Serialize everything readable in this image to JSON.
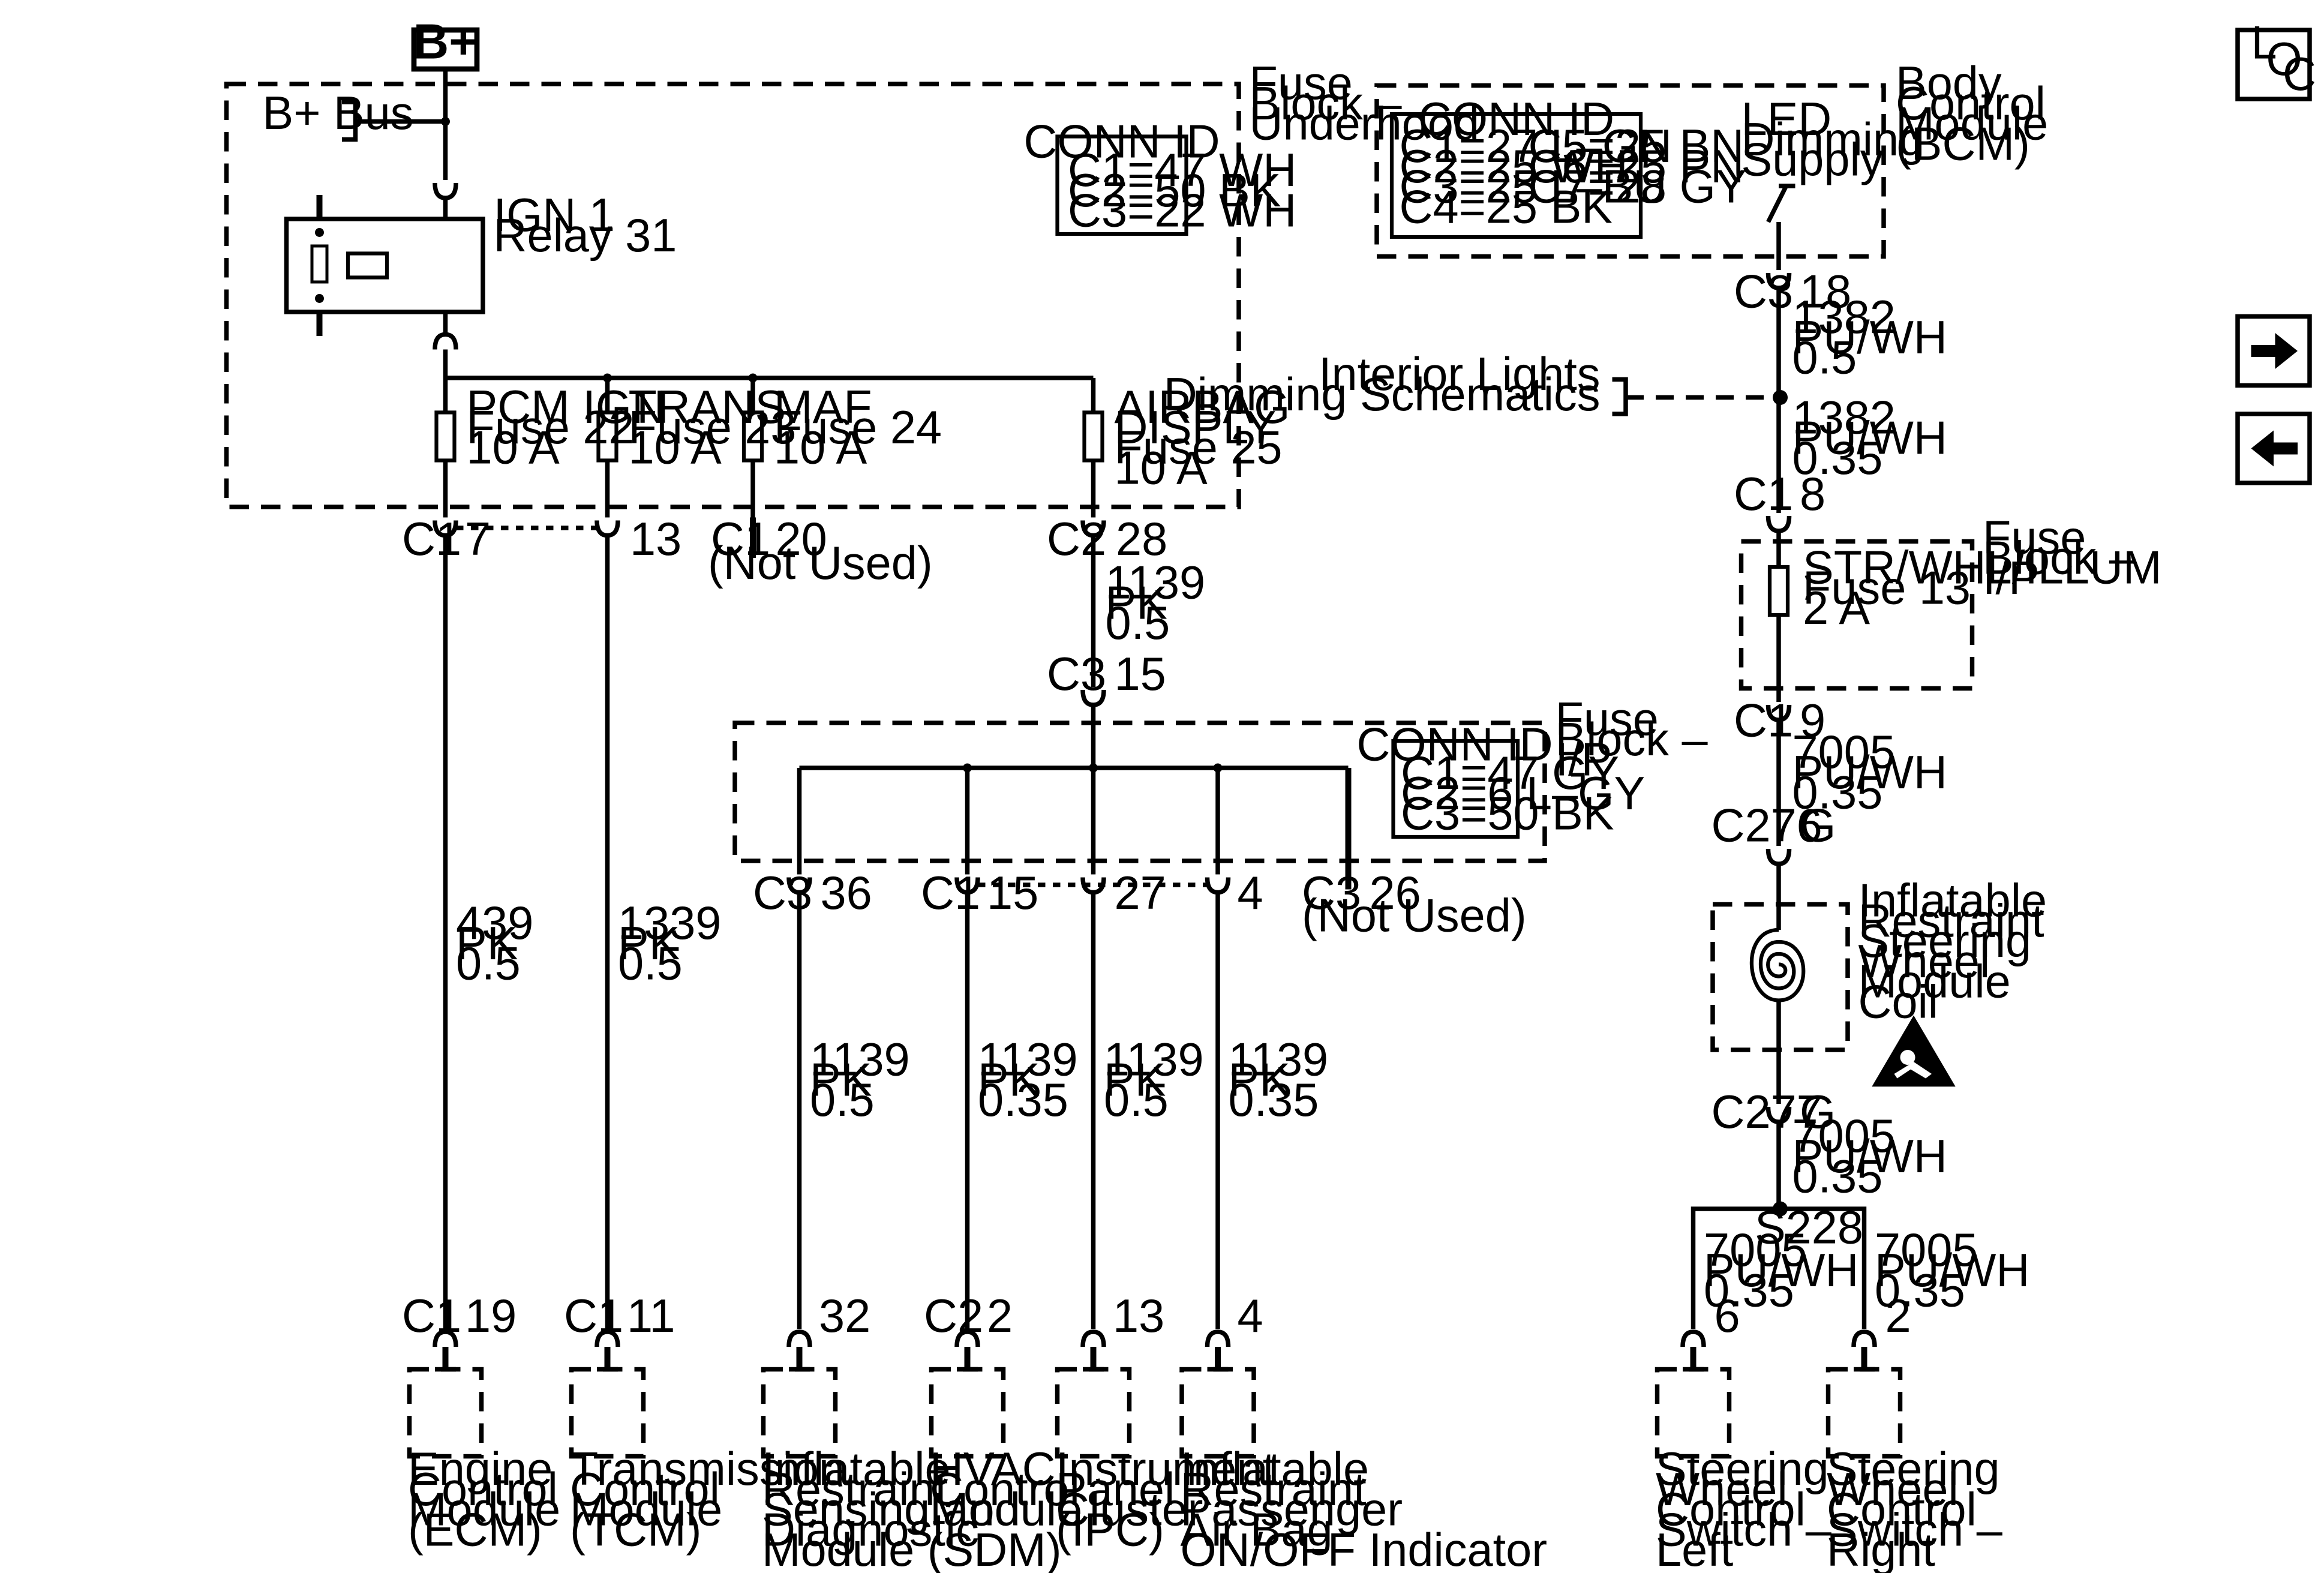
{
  "source": {
    "label": "B+",
    "bus": "B+ Bus"
  },
  "underhood": {
    "title": [
      "Fuse",
      "Block –",
      "Underhood"
    ],
    "conn_id": {
      "title": "CONN ID",
      "rows": [
        "C1=47 WH",
        "C2=50 BK",
        "C3=22 WH"
      ]
    },
    "relay": [
      "IGN 1",
      "Relay 31"
    ],
    "fuses": [
      {
        "lines": [
          "PCM IGN",
          "Fuse 22",
          "10 A"
        ]
      },
      {
        "lines": [
          "TRANS",
          "Fuse 23",
          "10 A"
        ]
      },
      {
        "lines": [
          "MAF",
          "Fuse 24",
          "10 A"
        ]
      },
      {
        "lines": [
          "AIRBAG",
          "DISPLY",
          "Fuse 25",
          "10 A"
        ]
      }
    ],
    "outputs": [
      {
        "conn": "C1",
        "pin": "7"
      },
      {
        "pin": "13"
      },
      {
        "conn": "C1",
        "pin": "20",
        "note": "(Not Used)"
      },
      {
        "conn": "C2",
        "pin": "28"
      }
    ]
  },
  "ip_fuse_block": {
    "title": [
      "Fuse",
      "Block –",
      "I/P"
    ],
    "conn_id": {
      "title": "CONN ID",
      "rows": [
        "C1=47 GY",
        "C2=6 L–GY",
        "C3=50 BK"
      ]
    },
    "input": {
      "conn": "C3",
      "pin": "15"
    },
    "outputs": [
      {
        "conn": "C3",
        "pin": "36"
      },
      {
        "conn": "C1",
        "pin": "15"
      },
      {
        "pin": "27"
      },
      {
        "pin": "4"
      },
      {
        "conn": "C3",
        "pin": "26",
        "note": "(Not Used)"
      }
    ]
  },
  "wire_airbag_feed": [
    "1139",
    "PK",
    "0.5"
  ],
  "left_wires": [
    [
      "439",
      "PK",
      "0.5"
    ],
    [
      "1339",
      "PK",
      "0.5"
    ]
  ],
  "ip_wires": [
    [
      "1139",
      "PK",
      "0.5"
    ],
    [
      "1139",
      "PK",
      "0.35"
    ],
    [
      "1139",
      "PK",
      "0.5"
    ],
    [
      "1139",
      "PK",
      "0.35"
    ]
  ],
  "modules": [
    {
      "conn": "C1",
      "pin": "19",
      "lines": [
        "Engine",
        "Control",
        "Module",
        "(ECM)"
      ]
    },
    {
      "conn": "C1",
      "pin": "11",
      "lines": [
        "Transmission",
        "Control",
        "Module",
        "(TCM)"
      ]
    },
    {
      "pin": "32",
      "lines": [
        "Inflatable",
        "Restraint",
        "Sensing and",
        "Diagnostic",
        "Module (SDM)"
      ]
    },
    {
      "conn": "C2",
      "pin": "2",
      "lines": [
        "HVAC",
        "Control",
        "Module"
      ]
    },
    {
      "pin": "13",
      "lines": [
        "Instrument",
        "Panel",
        "Cluster",
        "(IPC)"
      ]
    },
    {
      "pin": "4",
      "lines": [
        "Inflatable",
        "Restraint",
        "Passenger",
        "Air Bag",
        "ON/OFF Indicator"
      ]
    }
  ],
  "bcm": {
    "title": [
      "Body",
      "Control",
      "Module",
      "(BCM)"
    ],
    "conn_id": {
      "title": "CONN ID",
      "rows": [
        [
          "C1=27 L–GN",
          "C5=25 BN"
        ],
        [
          "C2=25 WH",
          "C6=25 PN"
        ],
        [
          "C3=25 L–BU",
          "C7=28 GY"
        ],
        [
          "C4=25 BK",
          ""
        ]
      ]
    },
    "supply": [
      "LED",
      "Dimming",
      "Supply"
    ],
    "output": {
      "conn": "C3",
      "pin": "18"
    }
  },
  "right_chain": {
    "wire1": [
      "1382",
      "PU/WH",
      "0.5"
    ],
    "dimming_ref": [
      "Interior Lights",
      "Dimming Schematics"
    ],
    "wire2": [
      "1382",
      "PU/WH",
      "0.35"
    ],
    "c1_in": {
      "conn": "C1",
      "pin": "8"
    },
    "ip_fuse": {
      "title": [
        "Fuse",
        "Block –",
        "I/P"
      ],
      "lines": [
        "STR/WHL/ILLUM",
        "Fuse 13",
        "2 A"
      ]
    },
    "c1_out": {
      "conn": "C1",
      "pin": "9"
    },
    "wire3": [
      "7005",
      "PU/WH",
      "0.35"
    ],
    "c276": {
      "conn": "C276",
      "pin": "G"
    },
    "coil": [
      "Inflatable",
      "Restraint",
      "Steering",
      "Wheel",
      "Module",
      "Coil"
    ],
    "c277": {
      "conn": "C277",
      "pin": "G"
    },
    "wire4": [
      "7005",
      "PU/WH",
      "0.35"
    ],
    "splice": "S228",
    "branches": [
      {
        "wire": [
          "7005",
          "PU/WH",
          "0.35"
        ],
        "pin": "6",
        "lines": [
          "Steering",
          "Wheel",
          "Control",
          "Switch –",
          "Left"
        ]
      },
      {
        "wire": [
          "7005",
          "PU/WH",
          "0.35"
        ],
        "pin": "2",
        "lines": [
          "Steering",
          "Wheel",
          "Control",
          "Switch –",
          "Right"
        ]
      }
    ]
  },
  "nav": {
    "loc": [
      "L",
      "O",
      "C"
    ],
    "forward_icon": "right-arrow-icon",
    "back_icon": "left-arrow-icon"
  }
}
